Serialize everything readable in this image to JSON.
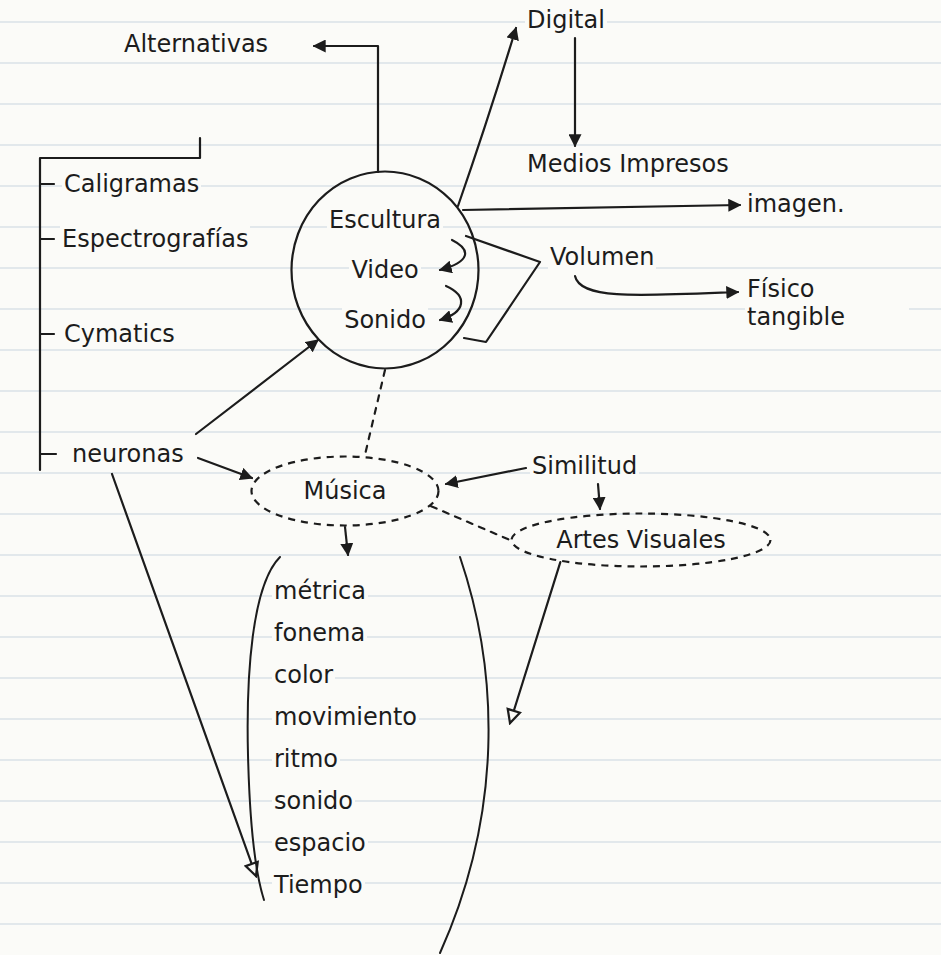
{
  "diagram": {
    "nodes": [
      {
        "text": [
          "Escultura",
          "Video",
          "Sonido"
        ]
      },
      {
        "text": [
          "Música"
        ]
      },
      {
        "text": [
          "Artes Visuales"
        ]
      },
      {
        "text": [
          "métrica",
          "fonema",
          "color",
          "movimiento",
          "ritmo",
          "sonido",
          "espacio",
          "Tiempo"
        ]
      }
    ],
    "edges": [
      {
        "from": 0,
        "to": 1,
        "arrow": "none"
      },
      {
        "from": 1,
        "to": 2,
        "arrow": "none"
      },
      {
        "from": 1,
        "to": 3,
        "arrow": "to"
      },
      {
        "from": 2,
        "to": 3,
        "arrow": "to"
      }
    ],
    "labels": [
      "Alternativas",
      "Digital",
      "Medios Impresos",
      "imagen.",
      "Volumen",
      "Físico tangible",
      "Caligramas",
      "Espectrografías",
      "Cymatics",
      "neuronas",
      "Similitud"
    ]
  }
}
